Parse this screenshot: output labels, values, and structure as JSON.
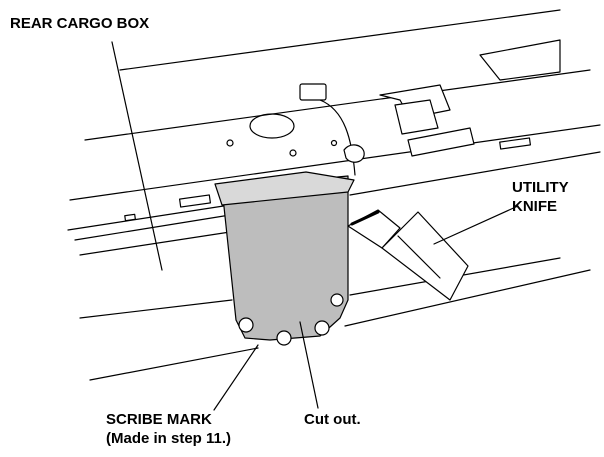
{
  "labels": {
    "rear_cargo_box": "REAR CARGO BOX",
    "utility_knife": [
      "UTILITY",
      "KNIFE"
    ],
    "scribe_mark": [
      "SCRIBE MARK",
      "(Made in step 11.)"
    ],
    "cut_out": "Cut out."
  },
  "colors": {
    "line": "#000000",
    "part_fill": "#bdbdbd",
    "part_light": "#d9d9d9",
    "background": "#ffffff"
  }
}
